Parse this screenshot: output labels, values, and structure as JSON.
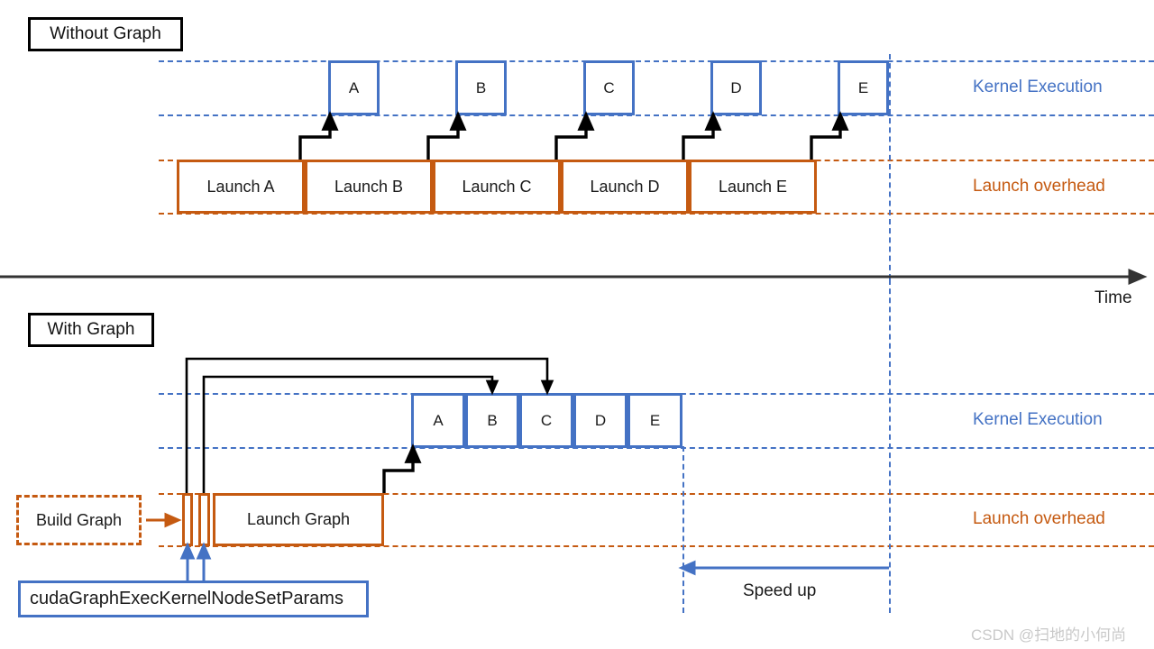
{
  "figure": {
    "title_without": "Without Graph",
    "title_with": "With Graph",
    "time_axis_label": "Time",
    "speedup_label": "Speed up",
    "watermark": "CSDN @扫地的小何尚",
    "colors": {
      "kernel_blue": "#4472C4",
      "launch_orange": "#C55A11",
      "connector_black": "#000000",
      "watermark_gray": "#c9c9c9"
    }
  },
  "lanes": {
    "kernel_execution_label": "Kernel Execution",
    "launch_overhead_label": "Launch overhead"
  },
  "without_graph": {
    "kernels": [
      {
        "label": "A"
      },
      {
        "label": "B"
      },
      {
        "label": "C"
      },
      {
        "label": "D"
      },
      {
        "label": "E"
      }
    ],
    "launches": [
      {
        "label": "Launch A"
      },
      {
        "label": "Launch B"
      },
      {
        "label": "Launch C"
      },
      {
        "label": "Launch D"
      },
      {
        "label": "Launch E"
      }
    ]
  },
  "with_graph": {
    "kernels": [
      {
        "label": "A"
      },
      {
        "label": "B"
      },
      {
        "label": "C"
      },
      {
        "label": "D"
      },
      {
        "label": "E"
      }
    ],
    "build_graph_label": "Build Graph",
    "launch_graph_label": "Launch Graph",
    "api_call_label": "cudaGraphExecKernelNodeSetParams",
    "update_bars": [
      {
        "label": ""
      },
      {
        "label": ""
      }
    ]
  }
}
